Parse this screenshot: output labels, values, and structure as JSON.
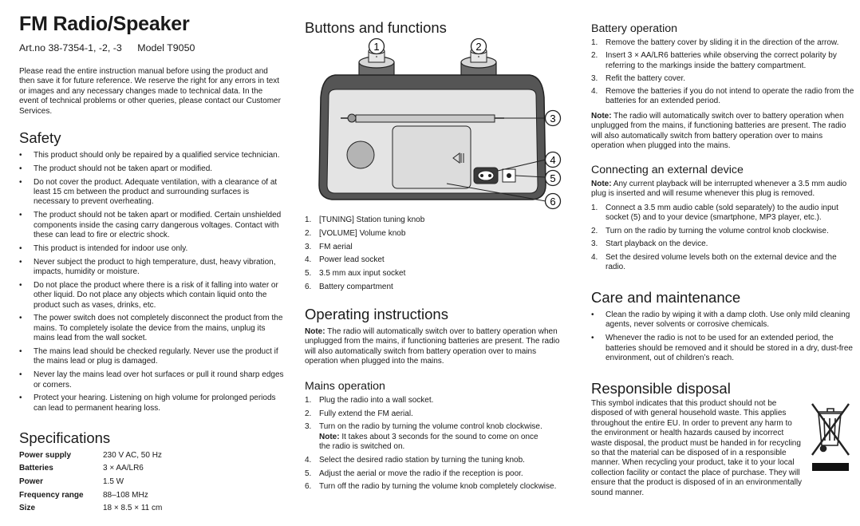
{
  "title": "FM Radio/Speaker",
  "artno": {
    "art": "Art.no  38-7354-1, -2, -3",
    "model": "Model  T9050"
  },
  "intro": "Please read the entire instruction manual before using the product and then save it for future reference. We reserve the right for any errors in text or images and any necessary changes made to technical data. In the event of technical problems or other queries, please contact our Customer Services.",
  "safety": {
    "heading": "Safety",
    "items": [
      "This product should only be repaired by a qualified service technician.",
      "The product should not be taken apart or modified.",
      "Do not cover the product. Adequate ventilation, with a clearance of at least 15 cm between the product and surrounding surfaces is necessary to prevent overheating.",
      "The product should not be taken apart or modified. Certain unshielded components inside the casing carry dangerous voltages. Contact with these can lead to fire or electric shock.",
      "This product is intended for indoor use only.",
      "Never subject the product to high temperature, dust, heavy vibration, impacts, humidity or moisture.",
      "Do not place the product where there is a risk of it falling into water or other liquid. Do not place any objects which contain liquid onto the product such as vases, drinks, etc.",
      "The power switch does not completely disconnect the product from the mains. To completely isolate the device from the mains, unplug its mains lead from the wall socket.",
      "The mains lead should be checked regularly. Never use the product if the mains lead or plug is damaged.",
      "Never lay the mains lead over hot surfaces or pull it round sharp edges or corners.",
      "Protect your hearing. Listening on high volume for prolonged periods can lead to permanent hearing loss."
    ]
  },
  "specs": {
    "heading": "Specifications",
    "rows": [
      {
        "k": "Power supply",
        "v": "230 V AC, 50 Hz"
      },
      {
        "k": "Batteries",
        "v": "3 × AA/LR6"
      },
      {
        "k": "Power",
        "v": "1.5 W"
      },
      {
        "k": "Frequency range",
        "v": "88–108 MHz"
      },
      {
        "k": "Size",
        "v": "18 × 8.5 × 11 cm"
      }
    ]
  },
  "buttons": {
    "heading": "Buttons and functions",
    "callouts": [
      "1",
      "2",
      "3",
      "4",
      "5",
      "6"
    ],
    "items": [
      "[TUNING] Station tuning knob",
      "[VOLUME] Volume knob",
      "FM aerial",
      "Power lead socket",
      "3.5 mm aux input socket",
      "Battery compartment"
    ]
  },
  "operating": {
    "heading": "Operating instructions",
    "note_label": "Note:",
    "note": " The radio will automatically switch over to battery operation when unplugged from the mains, if functioning batteries are present. The radio will also automatically switch from battery operation over to mains operation when plugged into the mains."
  },
  "mains": {
    "heading": "Mains operation",
    "steps": [
      "Plug the radio into a wall socket.",
      "Fully extend the FM aerial.",
      "Turn on the radio by turning the volume control knob clockwise.",
      "Select the desired radio station by turning the tuning knob.",
      "Adjust the aerial or move the radio if the reception is poor.",
      "Turn off the radio by turning the volume knob completely clockwise."
    ],
    "step3_note_label": "Note:",
    "step3_note": " It takes about 3 seconds for the sound to come on once the radio is switched on."
  },
  "battery": {
    "heading": "Battery operation",
    "steps": [
      "Remove the battery cover by sliding it in the direction of the arrow.",
      "Insert 3 × AA/LR6 batteries while observing the correct polarity by referring to the markings inside the battery compartment.",
      "Refit the battery cover.",
      "Remove the batteries if you do not intend to operate the radio from the batteries for an extended period."
    ],
    "note_label": "Note:",
    "note": " The radio will automatically switch over to battery operation when unplugged from the mains, if functioning batteries are present. The radio will also automatically switch from battery operation over to mains operation when plugged into the mains."
  },
  "external": {
    "heading": "Connecting an external device",
    "note_label": "Note:",
    "note": " Any current playback will be interrupted whenever a 3.5 mm audio plug is inserted and will resume whenever this plug is removed.",
    "steps": [
      "Connect a 3.5 mm audio cable (sold separately) to the audio input socket (5) and to your device (smartphone, MP3 player, etc.).",
      "Turn on the radio by turning the volume control knob clockwise.",
      "Start playback on the device.",
      "Set the desired volume levels both on the external device and the radio."
    ]
  },
  "care": {
    "heading": "Care and maintenance",
    "items": [
      "Clean the radio by wiping it with a damp cloth. Use only mild cleaning agents, never solvents or corrosive chemicals.",
      "Whenever the radio is not to be used for an extended period, the batteries should be removed and it should be stored in a dry, dust-free environment, out of children’s reach."
    ]
  },
  "disposal": {
    "heading": "Responsible disposal",
    "text": "This symbol indicates that this product should not be disposed of with general household waste. This applies throughout the entire EU. In order to prevent any harm to the environment or health hazards caused by incorrect waste disposal, the product must be handed in for recycling so that the material can be disposed of in a responsible manner. When recycling your product, take it to your local collection facility or contact the place of purchase. They will ensure that the product is disposed of in an environmentally sound manner."
  }
}
